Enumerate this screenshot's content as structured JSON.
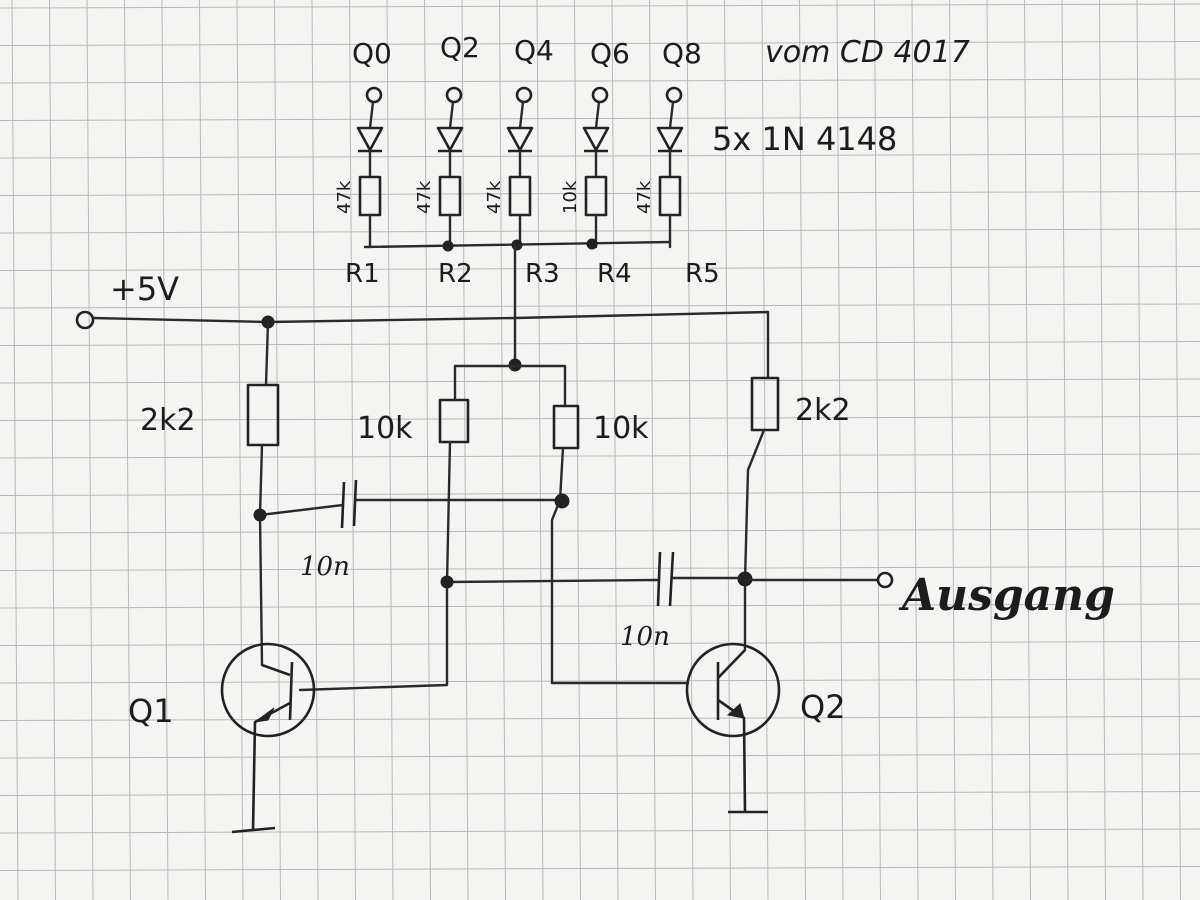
{
  "header": {
    "outputs": [
      "Q0",
      "Q2",
      "Q4",
      "Q6",
      "Q8"
    ],
    "source_label": "vom CD 4017",
    "diode_label": "5x 1N 4148"
  },
  "resistor_ladder": [
    {
      "name": "R1",
      "value": "47k"
    },
    {
      "name": "R2",
      "value": "47k"
    },
    {
      "name": "R3",
      "value": "47k"
    },
    {
      "name": "R4",
      "value": "10k"
    },
    {
      "name": "R5",
      "value": "47k"
    }
  ],
  "supply": {
    "label": "+5V",
    "terminal": "o"
  },
  "components": {
    "r_left": "2k2",
    "r_mid_left": "10k",
    "r_mid_right": "10k",
    "r_right": "2k2",
    "c_upper": "10n",
    "c_lower": "10n",
    "transistor_left": "Q1",
    "transistor_right": "Q2"
  },
  "output": {
    "terminal": "o",
    "label": "Ausgang"
  },
  "colors": {
    "paper": "#f4f4f2",
    "grid": "#b8b8b8",
    "ink": "#1c1c1c"
  }
}
